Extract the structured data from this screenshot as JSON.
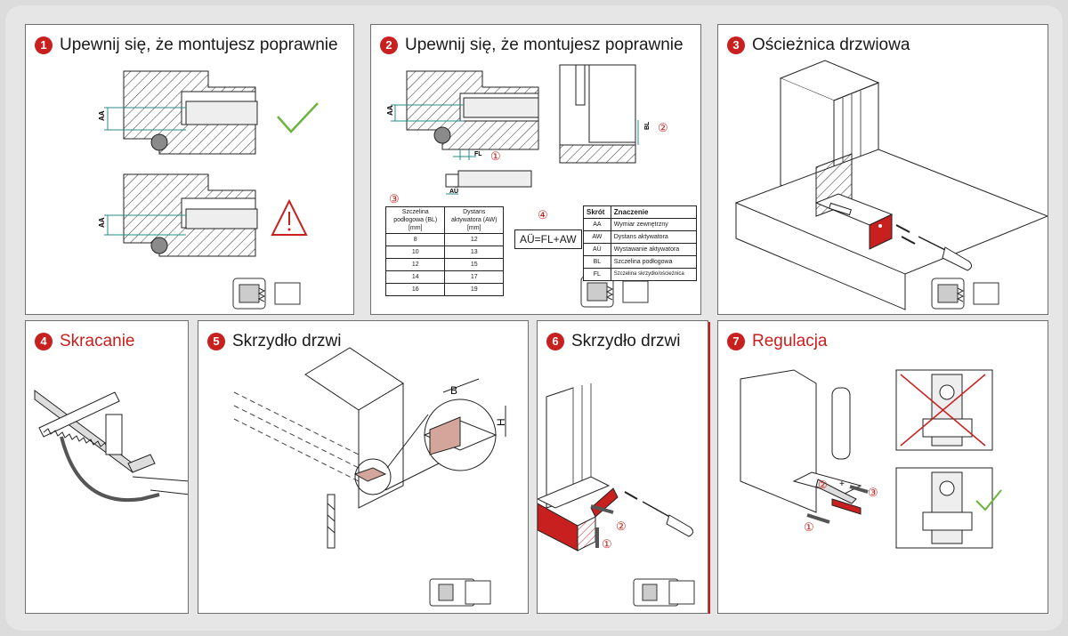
{
  "colors": {
    "accent": "#c8201e",
    "ok": "#6cb33f",
    "background": "#dcdcdc"
  },
  "panels": [
    {
      "num": "1",
      "title": "Upewnij się, że montujesz poprawnie"
    },
    {
      "num": "2",
      "title": "Upewnij się, że montujesz poprawnie"
    },
    {
      "num": "3",
      "title": "Ościeżnica drzwiowa"
    },
    {
      "num": "4",
      "title": "Skracanie"
    },
    {
      "num": "5",
      "title": "Skrzydło drzwi"
    },
    {
      "num": "6",
      "title": "Skrzydło drzwi"
    },
    {
      "num": "7",
      "title": "Regulacja"
    }
  ],
  "labels": {
    "aa": "AA",
    "fl": "FL",
    "bl": "BL",
    "au": "AÜ",
    "b": "B",
    "h": "H",
    "c1": "①",
    "c2": "②",
    "c3": "③",
    "c4": "④",
    "plus": "+",
    "minus": "−"
  },
  "formula": "AÜ=FL+AW",
  "spec_table": {
    "headers": [
      "Szczelina podłogowa (BL) [mm]",
      "Dystans aktywatora (AW) [mm]"
    ],
    "rows": [
      [
        "8",
        "12"
      ],
      [
        "10",
        "13"
      ],
      [
        "12",
        "15"
      ],
      [
        "14",
        "17"
      ],
      [
        "16",
        "19"
      ]
    ]
  },
  "abbr_table": {
    "headers": [
      "Skrót",
      "Znaczenie"
    ],
    "rows": [
      [
        "AA",
        "Wymiar zewnętrzny"
      ],
      [
        "AW",
        "Dystans aktywatora"
      ],
      [
        "AÜ",
        "Wystawanie aktywatora"
      ],
      [
        "BL",
        "Szczelina podłogowa"
      ],
      [
        "FL",
        "Szczelina skrzydło/ościeżnica"
      ]
    ]
  }
}
